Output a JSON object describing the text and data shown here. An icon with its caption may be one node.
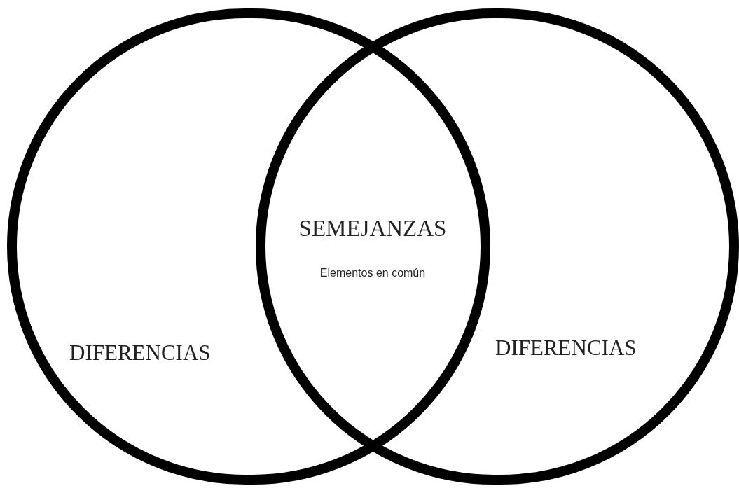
{
  "diagram": {
    "nodes": [
      {
        "text": [
          "DIFERENCIAS"
        ]
      },
      {
        "text": [
          "DIFERENCIAS"
        ]
      }
    ],
    "labels": [
      "SEMEJANZAS",
      "Elementos en común"
    ]
  }
}
